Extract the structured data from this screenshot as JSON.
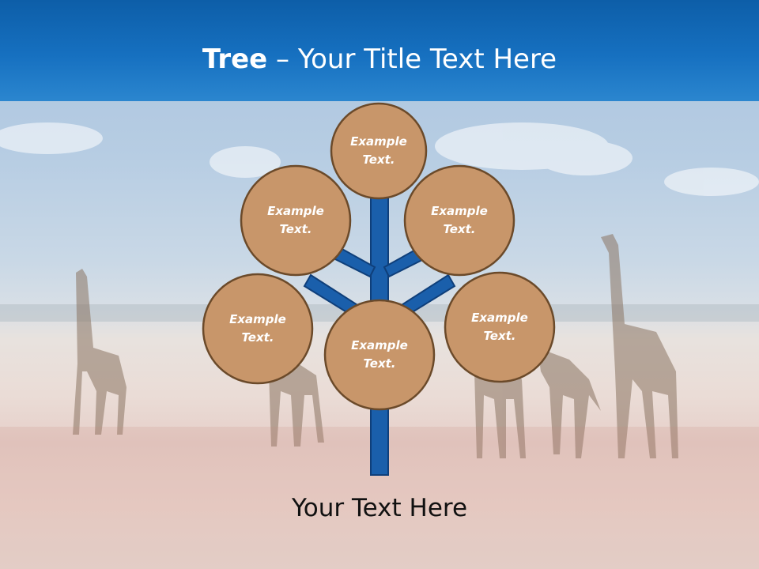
{
  "header": {
    "title_bold": "Tree",
    "title_rest": " – Your Title Text Here"
  },
  "nodes": [
    {
      "line1": "Example",
      "line2": "Text."
    },
    {
      "line1": "Example",
      "line2": "Text."
    },
    {
      "line1": "Example",
      "line2": "Text."
    },
    {
      "line1": "Example",
      "line2": "Text."
    },
    {
      "line1": "Example",
      "line2": "Text."
    },
    {
      "line1": "Example",
      "line2": "Text."
    }
  ],
  "footer": {
    "text": "Your Text Here"
  },
  "colors": {
    "header": "#1670c0",
    "trunk": "#1a5fab",
    "node_fill": "#c8966a",
    "node_stroke": "#6b4a2a"
  }
}
